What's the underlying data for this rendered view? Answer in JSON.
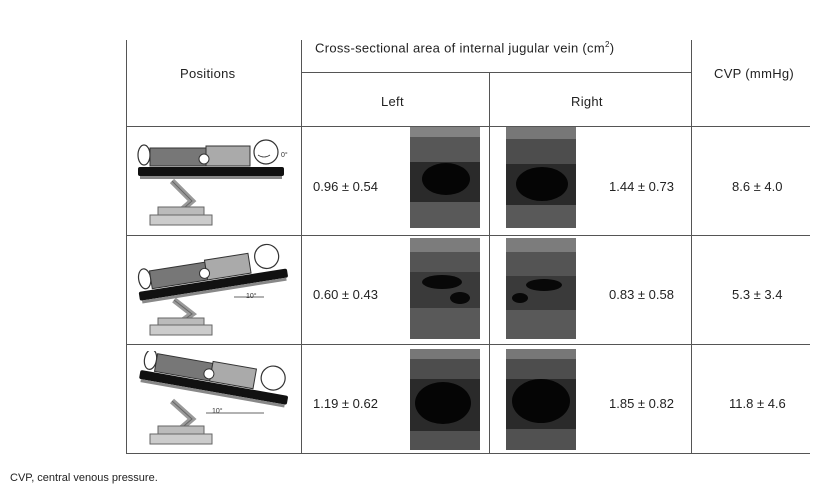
{
  "table": {
    "headers": {
      "positions": "Positions",
      "csa_title": "Cross-sectional area of internal jugular vein (cm",
      "csa_sup": "2",
      "csa_close": ")",
      "left": "Left",
      "right": "Right",
      "cvp": "CVP (mmHg)"
    },
    "rows": [
      {
        "angle_label": "0°",
        "left": "0.96 ± 0.54",
        "right": "1.44 ± 0.73",
        "cvp": "8.6 ± 4.0"
      },
      {
        "angle_label": "10°",
        "left": "0.60 ± 0.43",
        "right": "0.83 ± 0.58",
        "cvp": "5.3 ± 3.4"
      },
      {
        "angle_label": "10°",
        "left": "1.19 ± 0.62",
        "right": "1.85 ± 0.82",
        "cvp": "11.8 ± 4.6"
      }
    ]
  },
  "footnote": "CVP, central venous pressure.",
  "colors": {
    "line": "#555555",
    "ultrasound_bg": "#1c1c1c"
  }
}
